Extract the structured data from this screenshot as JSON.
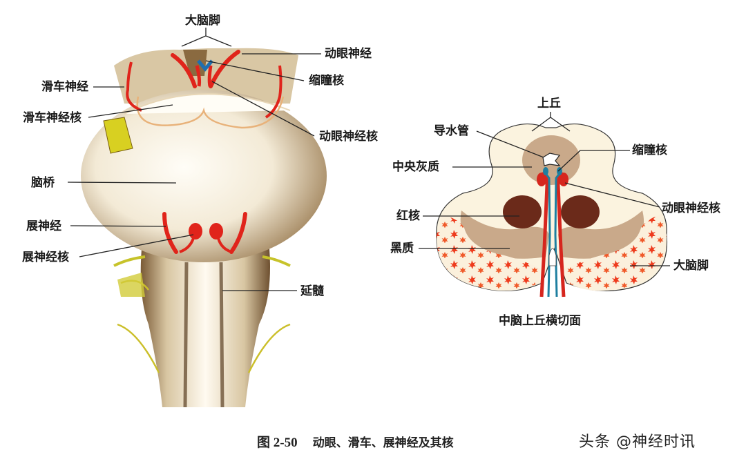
{
  "figure": {
    "number": "图 2-50",
    "title": "动眼、滑车、展神经及其核"
  },
  "left_panel": {
    "description": "Brainstem ventral view",
    "labels": {
      "cerebral_peduncle": "大脑脚",
      "oculomotor_nerve": "动眼神经",
      "edinger_westphal": "缩瞳核",
      "trochlear_nerve": "滑车神经",
      "trochlear_nucleus": "滑车神经核",
      "oculomotor_nucleus": "动眼神经核",
      "pons": "脑桥",
      "abducens_nerve": "展神经",
      "abducens_nucleus": "展神经核",
      "medulla": "延髓"
    }
  },
  "right_panel": {
    "subtitle": "中脑上丘横切面",
    "labels": {
      "superior_colliculus": "上丘",
      "aqueduct": "导水管",
      "edinger_westphal": "缩瞳核",
      "central_gray": "中央灰质",
      "oculomotor_nucleus": "动眼神经核",
      "red_nucleus": "红核",
      "substantia_nigra": "黑质",
      "cerebral_peduncle": "大脑脚"
    }
  },
  "watermark": "头条 @神经时讯",
  "colors": {
    "nerve_red": "#e0241b",
    "nucleus_blue": "#1e7fa0",
    "tissue_cream": "#fbf3df",
    "central_gray": "#c9a98a",
    "red_nucleus_brown": "#6b2a1a",
    "brainstem_tan": "#d9c7a4",
    "yellow_nerve": "#d8d021"
  }
}
